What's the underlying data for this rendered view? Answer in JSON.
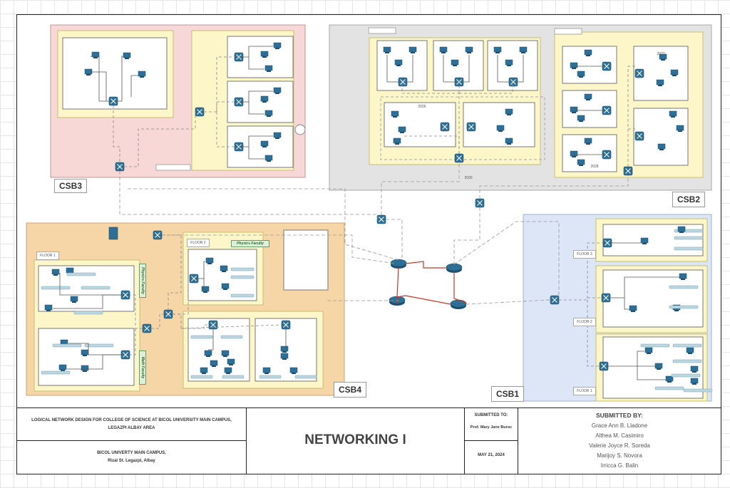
{
  "buildings": {
    "csb1": {
      "label": "CSB1",
      "floors": [
        "FLOOR 3",
        "FLOOR 2",
        "FLOOR 1"
      ]
    },
    "csb2": {
      "label": "CSB2",
      "rooms": [
        "2026",
        "2027",
        "2028",
        "2030"
      ]
    },
    "csb3": {
      "label": "CSB3"
    },
    "csb4": {
      "label": "CSB4",
      "floors": [
        "FLOOR 1",
        "FLOOR 2"
      ],
      "faculty": [
        "Physics Faculty",
        "Math Faculty"
      ]
    }
  },
  "title_block": {
    "project_title": "LOGICAL NETWORK DESIGN FOR COLLEGE OF SCIENCE AT BICOL UNIVERSITY MAIN CAMPUS, LEGAZPI ALBAY AREA",
    "location_line1": "BICOL UNIVERTY MAIN CAMPUS,",
    "location_line2": "Rizal St. Legazpi, Albay",
    "course": "NETWORKING I",
    "submitted_to_label": "SUBMITTED TO:",
    "submitted_to": "Prof. Mary Jane Buroc",
    "date": "MAY 21, 2024",
    "submitted_by_label": "SUBMITTED BY:",
    "members": [
      "Grace Ann B. Lladone",
      "Althea M. Casimiro",
      "Valerie Joyce R. Soreda",
      "Marijoy S. Novora",
      "Irricca G. Balin"
    ]
  },
  "colors": {
    "csb1_bg": "#dce6f7",
    "csb2_bg": "#e3e3e3",
    "csb3_bg": "#f8d7d7",
    "csb4_bg": "#f6d6a6",
    "floor_bg": "#fcf6c9",
    "core_link": "#c0392b",
    "device": "#2e6f96"
  }
}
